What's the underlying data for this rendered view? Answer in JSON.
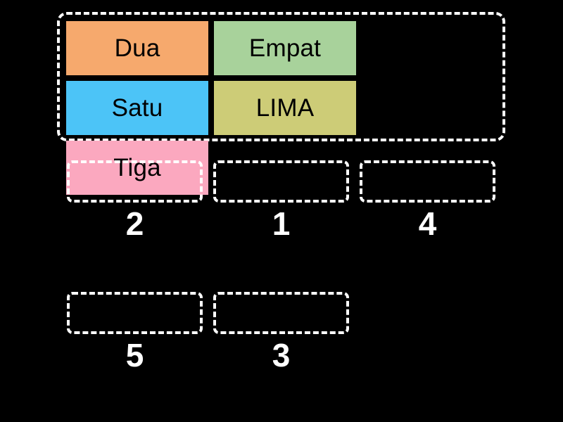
{
  "page": {
    "background_color": "#000000",
    "activity_type": "drag-and-drop matching",
    "text_color": "#ffffff"
  },
  "word_bank": {
    "border_color": "#ffffff",
    "tiles": [
      {
        "label": "Dua",
        "color": "#f6a96d"
      },
      {
        "label": "Empat",
        "color": "#a8d29b"
      },
      {
        "label": "Satu",
        "color": "#4cc4f7"
      },
      {
        "label": "LIMA",
        "color": "#cdcc77"
      },
      {
        "label": "Tiga",
        "color": "#fba8bf"
      }
    ]
  },
  "answer_rows": [
    {
      "slots": [
        {
          "label": "2",
          "value": ""
        },
        {
          "label": "1",
          "value": ""
        },
        {
          "label": "4",
          "value": ""
        }
      ]
    },
    {
      "slots": [
        {
          "label": "5",
          "value": ""
        },
        {
          "label": "3",
          "value": ""
        }
      ]
    }
  ]
}
